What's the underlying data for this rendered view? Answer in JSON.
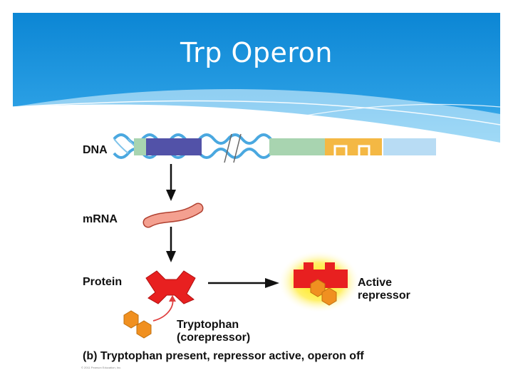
{
  "slide": {
    "title": "Trp Operon"
  },
  "diagram": {
    "labels": {
      "dna": "DNA",
      "mrna": "mRNA",
      "protein": "Protein",
      "active_repressor": [
        "Active",
        "repressor"
      ],
      "tryptophan": [
        "Tryptophan",
        "(corepressor)"
      ],
      "caption": "(b) Tryptophan present, repressor active, operon off"
    },
    "copyright": "© 2011 Pearson Education, Inc."
  },
  "colors": {
    "header_blue": "#1a8fd8",
    "dna_helix": "#4aa8e0",
    "trpR_gene": "#5252a8",
    "operator_green": "#a8d4b0",
    "promoter_orange": "#f4b844",
    "trp_gene_blue": "#b8dcf4",
    "repressor_red": "#e82020",
    "tryptophan_orange": "#f09020",
    "mrna_salmon": "#f4a090",
    "glow_yellow": "#ffe000"
  }
}
